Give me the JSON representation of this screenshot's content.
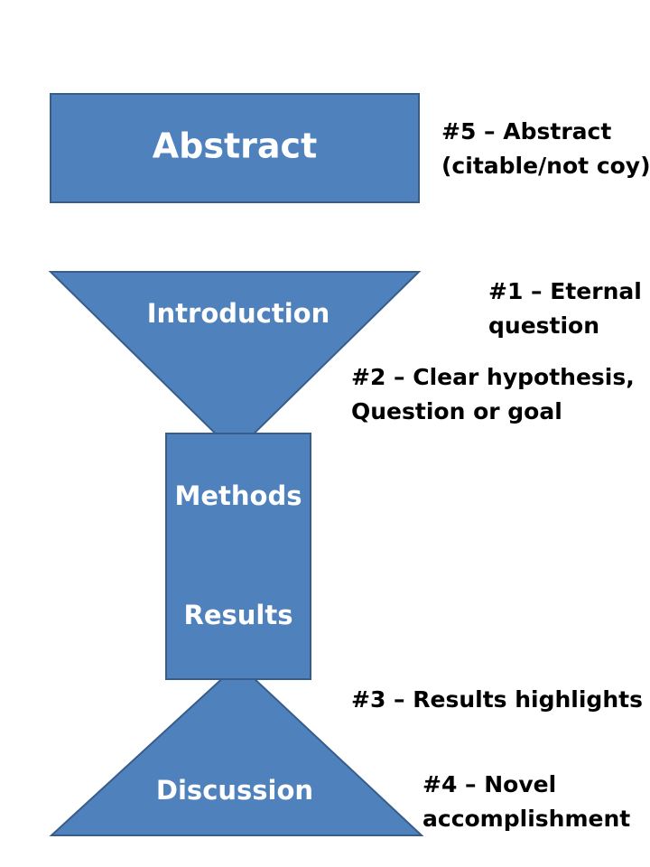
{
  "shapes": {
    "abstract": "Abstract",
    "introduction": "Introduction",
    "methods": "Methods",
    "results": "Results",
    "discussion": "Discussion"
  },
  "annotations": {
    "abstract_note": {
      "line1": "#5 – Abstract",
      "line2": "(citable/not coy)"
    },
    "eternal_question": {
      "line1": "#1 – Eternal",
      "line2": "question"
    },
    "hypothesis": {
      "line1": "#2 – Clear  hypothesis,",
      "line2": "Question or goal"
    },
    "results_highlights": {
      "line1": "#3 – Results highlights"
    },
    "novel_accomplishment": {
      "line1": "#4 – Novel",
      "line2": "accomplishment"
    }
  },
  "colors": {
    "shape_fill": "#4f81bd",
    "shape_border": "#385d8a",
    "shape_text": "#ffffff",
    "note_text": "#000000"
  }
}
